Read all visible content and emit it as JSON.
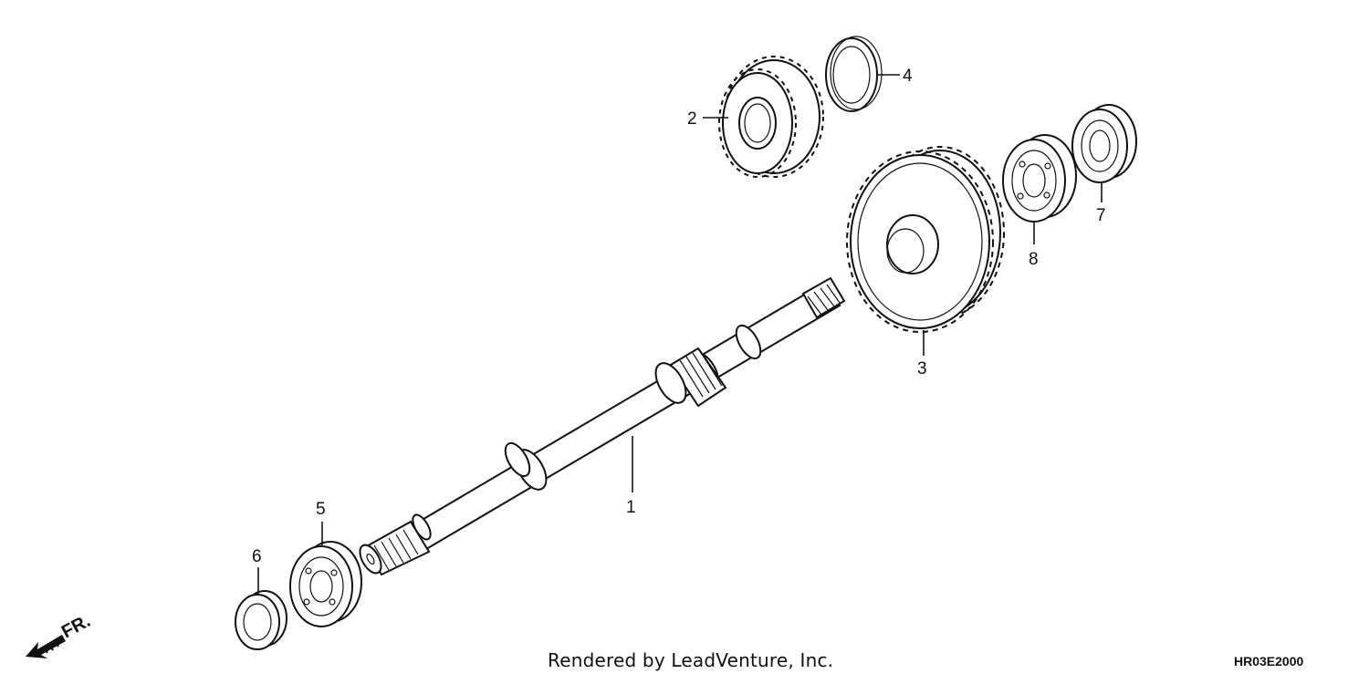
{
  "callouts": {
    "part_1": "1",
    "part_2": "2",
    "part_3": "3",
    "part_4": "4",
    "part_5": "5",
    "part_6": "6",
    "part_7": "7",
    "part_8": "8"
  },
  "direction_label": "FR.",
  "credit": "Rendered by LeadVenture, Inc.",
  "diagram_code": "HR03E2000",
  "colors": {
    "line": "#111111",
    "background": "#ffffff"
  },
  "icons": {
    "front_arrow": "front-direction-arrow-icon"
  }
}
